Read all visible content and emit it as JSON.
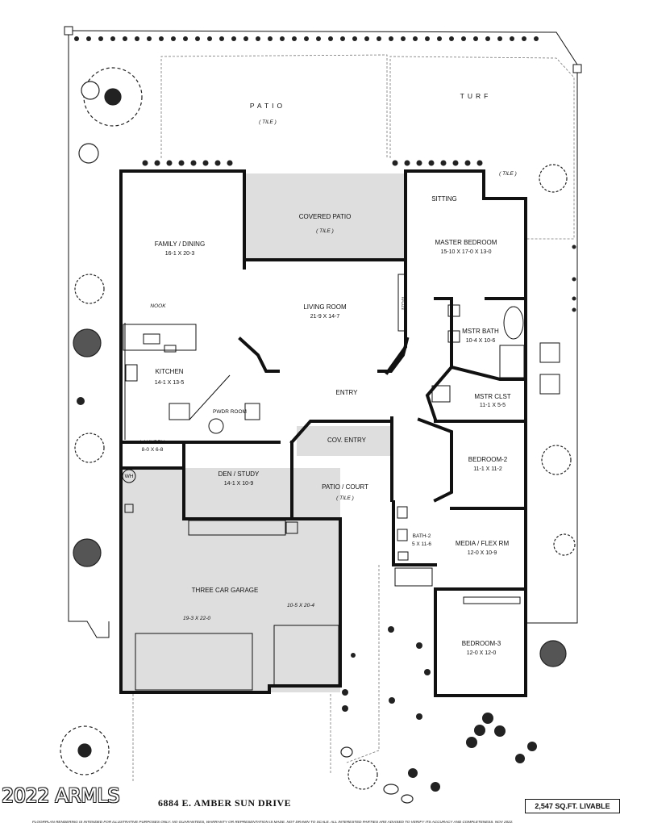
{
  "address": "6884 E. AMBER SUN DRIVE",
  "livable_area": "2,547 SQ.FT. LIVABLE",
  "watermark": "2022 ARMLS",
  "disclaimer": "FLOORPLAN RENDERING IS INTENDED FOR ILLUSTRATIVE PURPOSES ONLY. NO GUARANTEES, WARRANTY OR REPRESENTATION IS MADE. NOT DRAWN TO SCALE. ALL INTERESTED PARTIES ARE ADVISED TO VERIFY ITS ACCURACY AND COMPLETENESS. NOV 2022.",
  "rooms": {
    "patio": {
      "name": "PATIO",
      "note": "( TILE )"
    },
    "turf": {
      "name": "TURF"
    },
    "turf_tile": {
      "note": "( TILE )"
    },
    "covered_patio": {
      "name": "COVERED PATIO",
      "note": "( TILE )"
    },
    "sitting": {
      "name": "SITTING"
    },
    "master_bedroom": {
      "name": "MASTER BEDROOM",
      "dims": "15-10 X 17-0 X 13-0"
    },
    "family_dining": {
      "name": "FAMILY / DINING",
      "dims": "16-1 X 20-3"
    },
    "nook": {
      "name": "NOOK"
    },
    "living_room": {
      "name": "LIVING ROOM",
      "dims": "21-9 X 14-7"
    },
    "fireplace": {
      "name": "F/PLACE"
    },
    "mstr_bath": {
      "name": "MSTR BATH",
      "dims": "10-4 X 10-6"
    },
    "kitchen": {
      "name": "KITCHEN",
      "dims": "14-1 X 13-5"
    },
    "entry": {
      "name": "ENTRY"
    },
    "mstr_clst": {
      "name": "MSTR CLST",
      "dims": "11-1 X 5-5"
    },
    "pwdr_room": {
      "name": "PWDR ROOM"
    },
    "laundry": {
      "name": "LAUNDRY",
      "dims": "8-0 X 6-8"
    },
    "cov_entry": {
      "name": "COV. ENTRY"
    },
    "bedroom2": {
      "name": "BEDROOM-2",
      "dims": "11-1 X 11-2"
    },
    "wh": {
      "name": "WH"
    },
    "den_study": {
      "name": "DEN / STUDY",
      "dims": "14-1 X 10-9"
    },
    "patio_court": {
      "name": "PATIO / COURT",
      "note": "( TILE )"
    },
    "bath2": {
      "name": "BATH-2",
      "dims": "5 X 11-6"
    },
    "media_flex": {
      "name": "MEDIA / FLEX RM",
      "dims": "12-0 X 10-9"
    },
    "garage": {
      "name": "THREE CAR GARAGE",
      "dims_left": "19-3 X 22-0",
      "dims_right": "10-5 X 20-4"
    },
    "bedroom3": {
      "name": "BEDROOM-3",
      "dims": "12-0 X 12-0"
    }
  }
}
